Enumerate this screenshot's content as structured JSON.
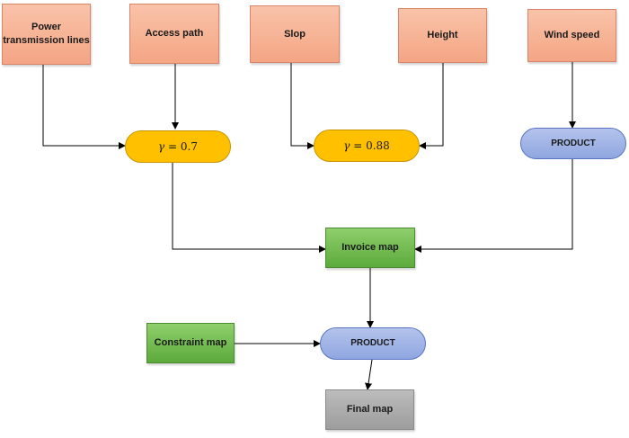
{
  "inputs": {
    "power": "Power transmission lines",
    "access": "Access path",
    "slope": "Slop",
    "height": "Height",
    "wind": "Wind speed"
  },
  "operators": {
    "gamma_symbol": "γ",
    "gamma1_value": "= 0.7",
    "gamma2_value": "= 0.88",
    "product_top": "PRODUCT",
    "product_bottom": "PRODUCT"
  },
  "outputs": {
    "invoice_map": "Invoice map",
    "constraint_map": "Constraint map",
    "final_map": "Final map"
  },
  "colors": {
    "input_fill": "#f4a584",
    "gamma_fill": "#ffc000",
    "product_fill": "#8fa6e0",
    "green_fill": "#5caa3c",
    "grey_fill": "#a6a6a6"
  }
}
